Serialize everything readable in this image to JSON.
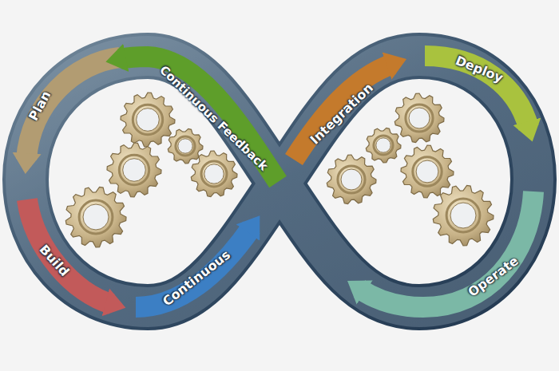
{
  "diagram": {
    "labels": [
      "Plan",
      "Build",
      "Continuous",
      "Continuous Feedback",
      "Integration",
      "Deploy",
      "Operate"
    ]
  }
}
